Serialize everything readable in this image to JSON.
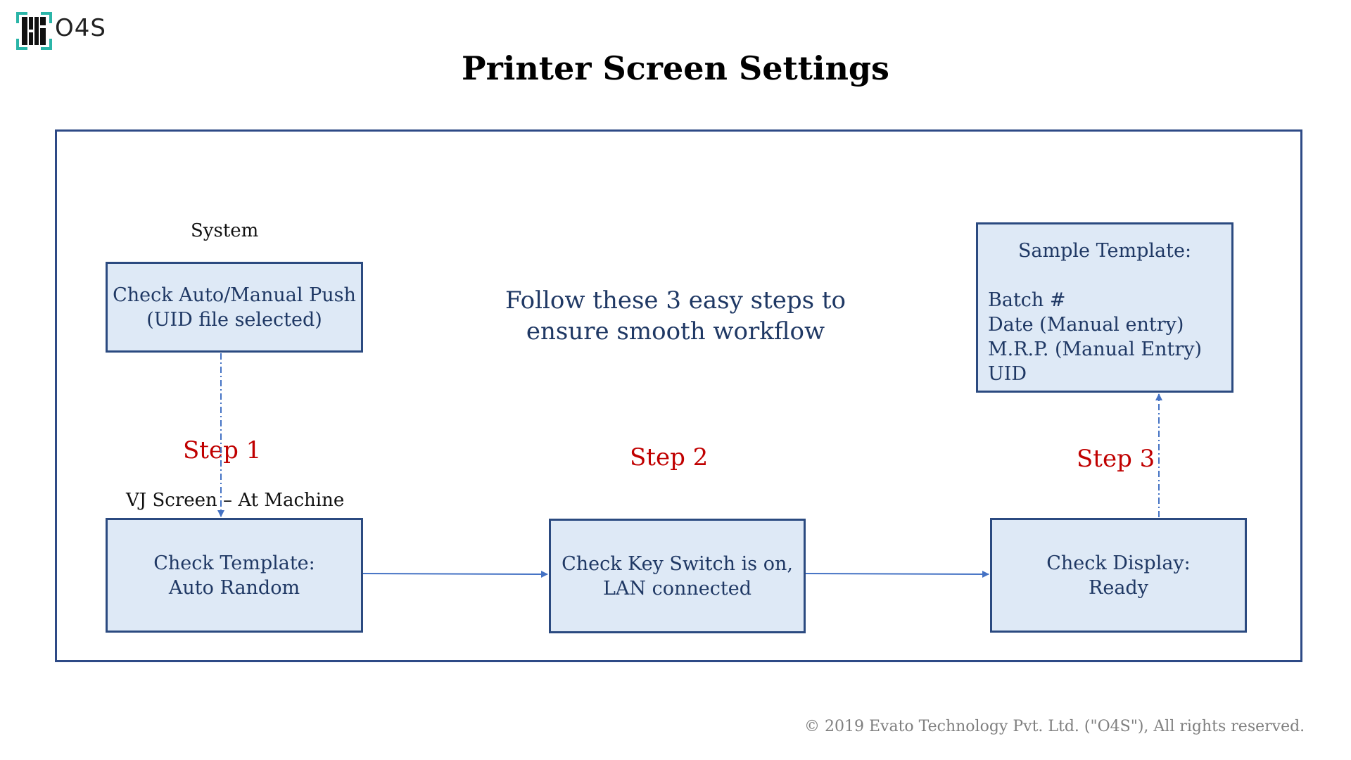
{
  "logo": {
    "text": "O4S"
  },
  "title": "Printer Screen Settings",
  "labels": {
    "system": "System",
    "vj_screen": "VJ Screen – At Machine"
  },
  "boxes": {
    "auto_manual": {
      "line1": "Check Auto/Manual Push",
      "line2": "(UID file selected)"
    },
    "template": {
      "line1": "Check Template:",
      "line2": "Auto Random"
    },
    "key_switch": {
      "line1": "Check Key Switch is on,",
      "line2": "LAN connected"
    },
    "display": {
      "line1": "Check Display:",
      "line2": "Ready"
    },
    "sample": {
      "heading": "Sample Template:",
      "items": [
        "Batch #",
        "Date (Manual entry)",
        "M.R.P. (Manual Entry)",
        "UID"
      ]
    }
  },
  "intro": {
    "line1": "Follow these 3 easy steps to",
    "line2": "ensure smooth workflow"
  },
  "steps": [
    "Step 1",
    "Step 2",
    "Step 3"
  ],
  "footer": "© 2019 Evato Technology Pvt. Ltd. (\"O4S\"), All rights reserved.",
  "colors": {
    "box_fill": "#dee9f6",
    "box_border": "#2b4a80",
    "box_text": "#1f3864",
    "step_text": "#c00000",
    "connector": "#4472c4"
  }
}
